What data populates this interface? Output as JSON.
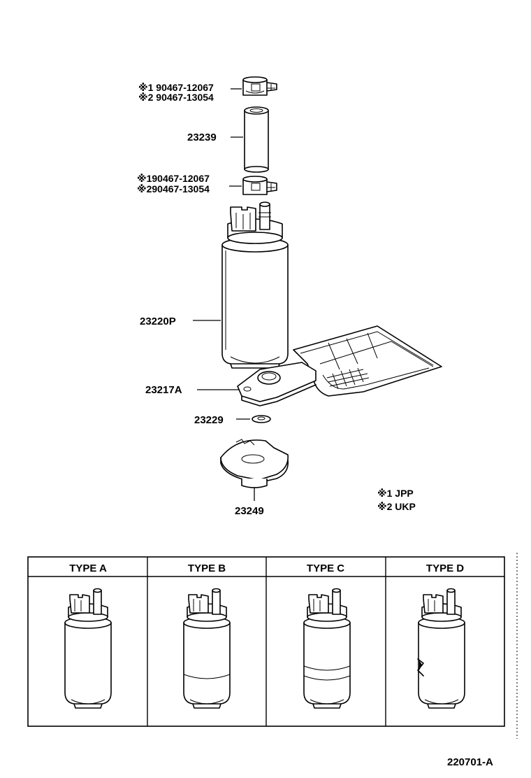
{
  "diagram_id": "220701-A",
  "parts": {
    "clamp_upper": {
      "line1": "※1 90467-12067",
      "line2": "※2 90467-13054"
    },
    "hose": "23239",
    "clamp_lower": {
      "line1": "※190467-12067",
      "line2": "※290467-13054"
    },
    "pump": "23220P",
    "bracket": "23217A",
    "cushion": "23229",
    "support": "23249"
  },
  "notes": {
    "note1": "※1 JPP",
    "note2": "※2 UKP"
  },
  "types": [
    "TYPE  A",
    "TYPE  B",
    "TYPE  C",
    "TYPE  D"
  ]
}
